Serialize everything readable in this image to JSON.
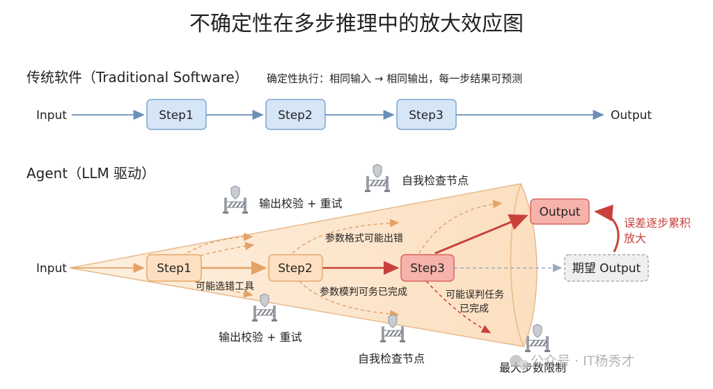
{
  "title": "不确定性在多步推理中的放大效应图",
  "traditional": {
    "heading": "传统软件（Traditional Software）",
    "note": "确定性执行：相同输入 → 相同输出，每一步结果可预测",
    "input": "Input",
    "steps": [
      "Step1",
      "Step2",
      "Step3"
    ],
    "output": "Output"
  },
  "agent": {
    "heading": "Agent（LLM 驱动）",
    "input": "Input",
    "steps": [
      "Step1",
      "Step2",
      "Step3"
    ],
    "output": "Output",
    "expected_output": "期望 Output",
    "error_note_line1": "误差逐步累积",
    "error_note_line2": "放大",
    "labels": {
      "check_top_left": "输出校验 + 重试",
      "check_top_right": "自我检查节点",
      "param_format": "参数格式可能出错",
      "tool_select": "可能选错工具",
      "param_ambiguous": "参数模判可务已完成",
      "misjudge_line1": "可能误判任务",
      "misjudge_line2": "已完成",
      "check_bottom_left": "输出校验 + 重试",
      "check_bottom_mid": "自我检查节点",
      "max_steps": "最大步数限制"
    }
  },
  "watermark": "公众号 · IT杨秀才",
  "colors": {
    "trad_box_fill": "#d6e6f7",
    "trad_box_stroke": "#7fa6cf",
    "trad_arrow": "#6a8fb8",
    "cone_fill": "#fde9d2",
    "cone_stroke": "#e8b98a",
    "agent_box_fill": "#fde0c2",
    "agent_box_stroke": "#e7a86b",
    "step3_fill": "#f5b3ac",
    "step3_stroke": "#d9655c",
    "output_fill": "#f5b3ac",
    "accent_red": "#c9413a",
    "dashed_orange": "#e3a268",
    "expected_fill": "#efefef",
    "expected_stroke": "#9a9a9a"
  }
}
